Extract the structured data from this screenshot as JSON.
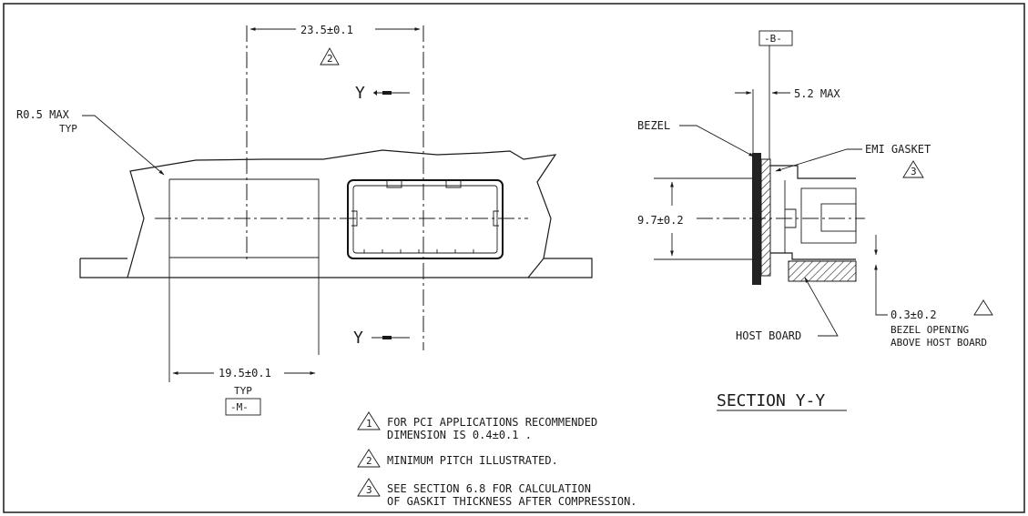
{
  "left_view": {
    "dim_pitch": "23.5±0.1",
    "note_ref_pitch": "2",
    "radius_label": "R0.5 MAX",
    "radius_sub": "TYP",
    "section_mark_top": "Y",
    "section_mark_bottom": "Y",
    "dim_width": "19.5±0.1",
    "dim_width_sub": "TYP",
    "datum_m": "-M-"
  },
  "section_view": {
    "datum_b": "-B-",
    "dim_max": "5.2 MAX",
    "bezel_label": "BEZEL",
    "emi_gasket_label": "EMI GASKET",
    "note_ref_gasket": "3",
    "dim_height": "9.7±0.2",
    "dim_opening": "0.3±0.2",
    "bezel_opening_line1": "BEZEL OPENING",
    "bezel_opening_line2": "ABOVE HOST BOARD",
    "host_board_label": "HOST BOARD",
    "title": "SECTION Y-Y"
  },
  "notes": [
    {
      "num": "1",
      "line1": "FOR PCI APPLICATIONS RECOMMENDED",
      "line2": "DIMENSION IS 0.4±0.1 ."
    },
    {
      "num": "2",
      "line1": "MINIMUM PITCH ILLUSTRATED.",
      "line2": ""
    },
    {
      "num": "3",
      "line1": "SEE SECTION 6.8 FOR CALCULATION",
      "line2": "OF GASKIT THICKNESS AFTER COMPRESSION."
    }
  ]
}
